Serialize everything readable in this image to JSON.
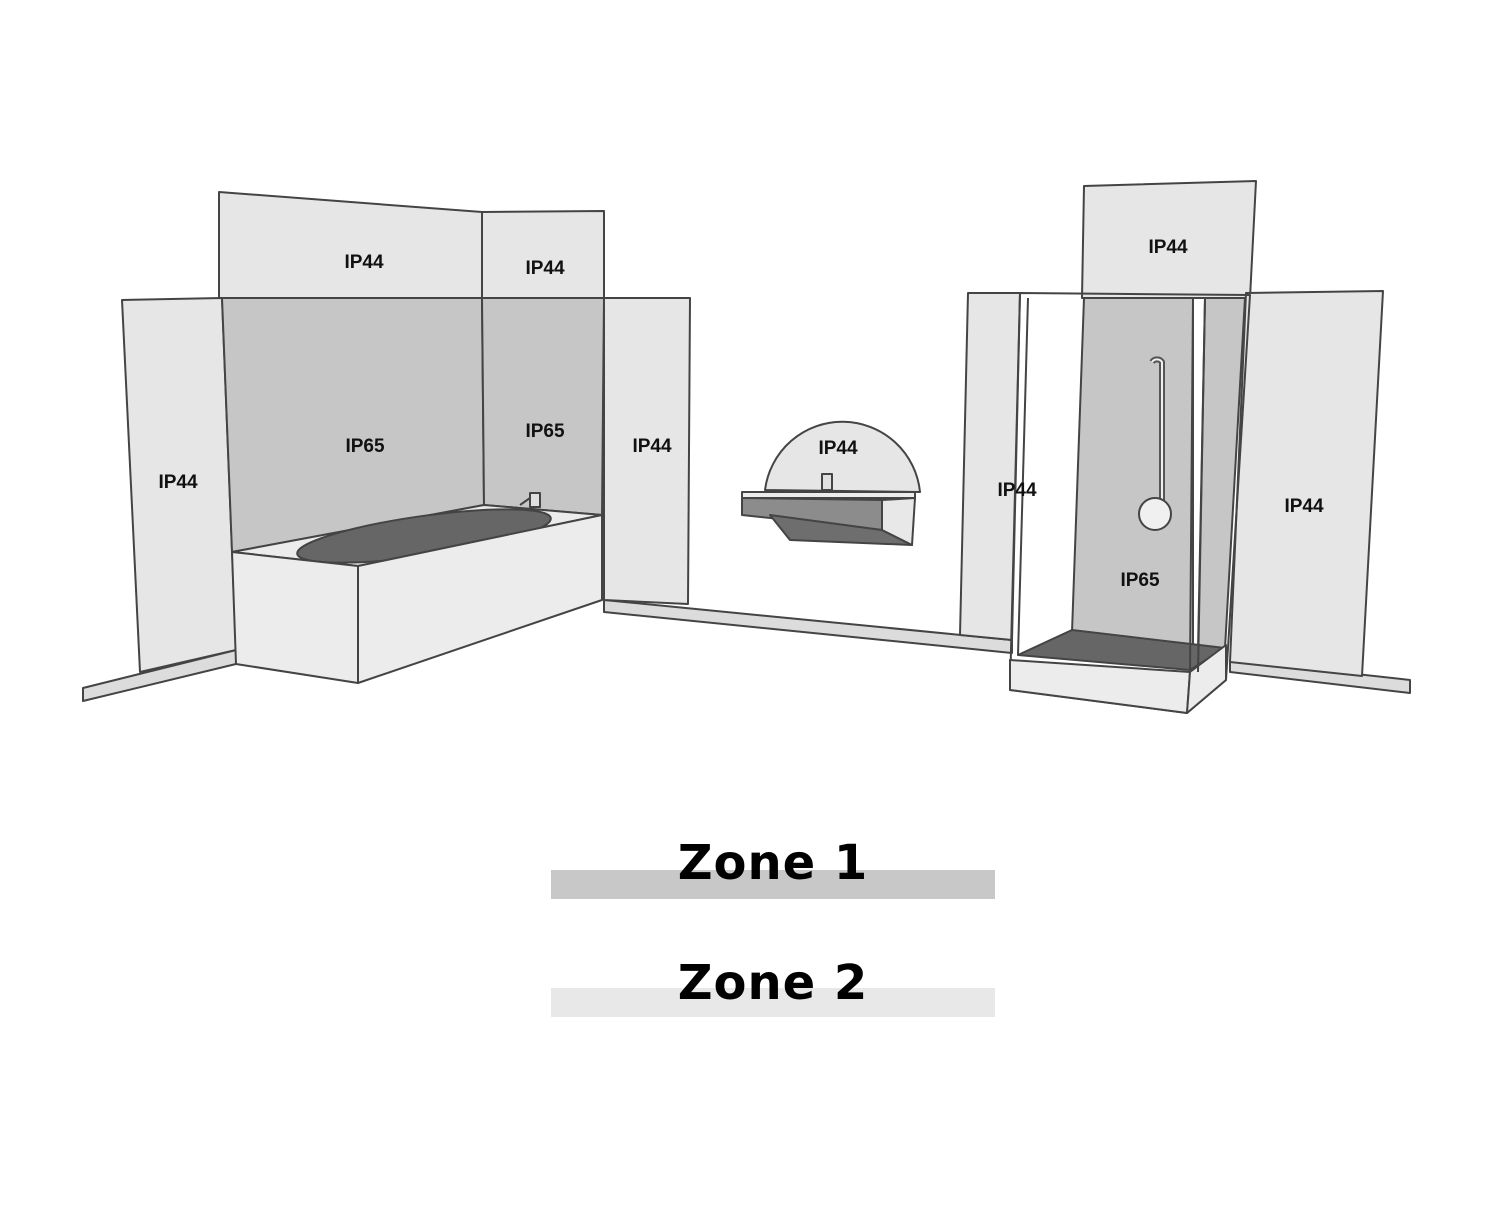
{
  "diagram": {
    "labels": {
      "bath_left_wall": "IP44",
      "bath_upper_back": "IP44",
      "bath_upper_right": "IP44",
      "bath_back_wall": "IP65",
      "bath_right_wall": "IP65",
      "bath_far_right": "IP44",
      "sink_zone": "IP44",
      "shower_left": "IP44",
      "shower_top": "IP44",
      "shower_inside": "IP65",
      "shower_right": "IP44"
    },
    "colors": {
      "zone1": "#c8c8c8",
      "zone2": "#e8e8e8",
      "dark": "#666666",
      "outline": "#444444"
    }
  },
  "legend": {
    "zone1_label": "Zone 1",
    "zone2_label": "Zone 2"
  }
}
